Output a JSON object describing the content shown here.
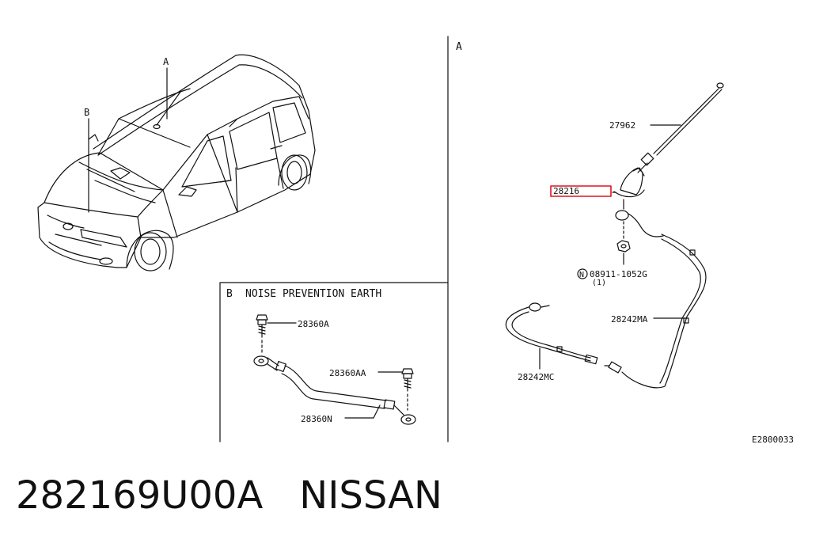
{
  "diagram": {
    "section_A_marker": "A",
    "section_B_marker": "B",
    "section_A_title": "A",
    "section_B_letter": "B",
    "section_B_title": "NOISE PREVENTION EARTH",
    "parts": {
      "rod": "27962",
      "base": "28216",
      "nut": "08911-1052G",
      "nut_qty": "(1)",
      "nut_prefix": "N",
      "cable_ma": "28242MA",
      "cable_mc": "28242MC",
      "bolt_a": "28360A",
      "bolt_aa": "28360AA",
      "strap": "28360N"
    },
    "diagram_code": "E2800033",
    "highlight_color": "#e0141e"
  },
  "caption": {
    "part_number": "282169U00A",
    "brand": "NISSAN"
  }
}
